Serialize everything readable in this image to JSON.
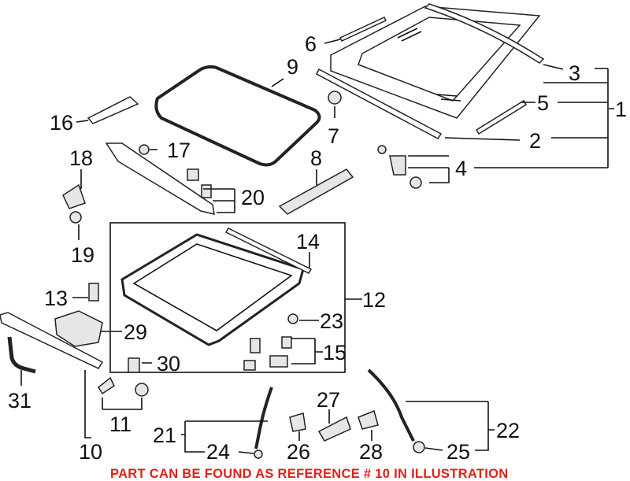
{
  "callouts": {
    "n1": "1",
    "n2": "2",
    "n3": "3",
    "n4": "4",
    "n5": "5",
    "n6": "6",
    "n7": "7",
    "n8": "8",
    "n9": "9",
    "n10": "10",
    "n11": "11",
    "n12": "12",
    "n13": "13",
    "n14": "14",
    "n15": "15",
    "n16": "16",
    "n17": "17",
    "n18": "18",
    "n19": "19",
    "n20": "20",
    "n21": "21",
    "n22": "22",
    "n23": "23",
    "n24": "24",
    "n25": "25",
    "n26": "26",
    "n27": "27",
    "n28": "28",
    "n29": "29",
    "n30": "30",
    "n31": "31"
  },
  "note": {
    "text": "PART CAN BE FOUND AS REFERENCE # 10 IN ILLUSTRATION",
    "color": "#e0211b"
  }
}
